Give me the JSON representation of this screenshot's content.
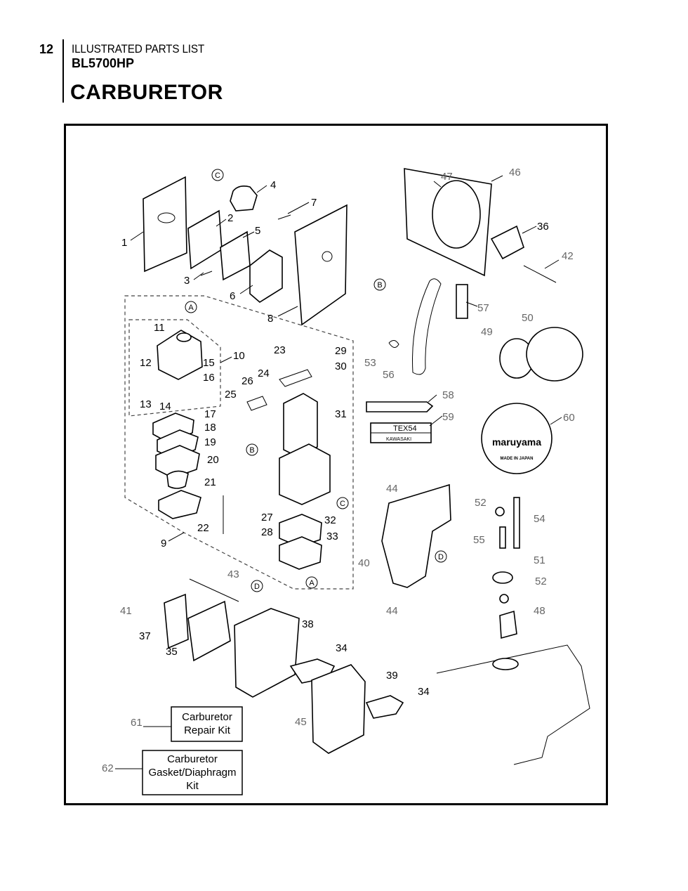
{
  "header": {
    "page_number": "12",
    "section": "ILLUSTRATED PARTS LIST",
    "model": "BL5700HP",
    "title": "CARBURETOR"
  },
  "diagram": {
    "callouts": [
      "1",
      "2",
      "3",
      "4",
      "5",
      "6",
      "7",
      "8",
      "9",
      "10",
      "11",
      "12",
      "13",
      "14",
      "15",
      "16",
      "17",
      "18",
      "19",
      "20",
      "21",
      "22",
      "23",
      "24",
      "25",
      "26",
      "27",
      "28",
      "29",
      "30",
      "31",
      "32",
      "33",
      "34",
      "34",
      "35",
      "36",
      "37",
      "38",
      "39",
      "40",
      "41",
      "42",
      "43",
      "44",
      "44",
      "45",
      "46",
      "47",
      "48",
      "49",
      "50",
      "51",
      "52",
      "52",
      "53",
      "54",
      "55",
      "56",
      "57",
      "58",
      "59",
      "60",
      "61",
      "62"
    ],
    "reference_markers": [
      "A",
      "A",
      "B",
      "B",
      "C",
      "C",
      "D",
      "D"
    ],
    "label_tex": "TEX54",
    "label_brand": "KAWASAKI",
    "logo_brand": "maruyama",
    "logo_origin": "MADE IN JAPAN",
    "kit_61_line1": "Carburetor",
    "kit_61_line2": "Repair Kit",
    "kit_62_line1": "Carburetor",
    "kit_62_line2": "Gasket/Diaphragm",
    "kit_62_line3": "Kit"
  }
}
